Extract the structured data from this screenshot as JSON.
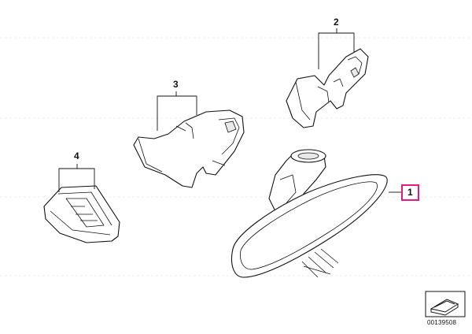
{
  "diagram": {
    "callouts": {
      "part1": "1",
      "part2": "2",
      "part3": "3",
      "part4": "4"
    },
    "highlight_color": "#e6197d",
    "document_number": "00139508",
    "icons": [
      "cut-arrow-icon"
    ]
  }
}
